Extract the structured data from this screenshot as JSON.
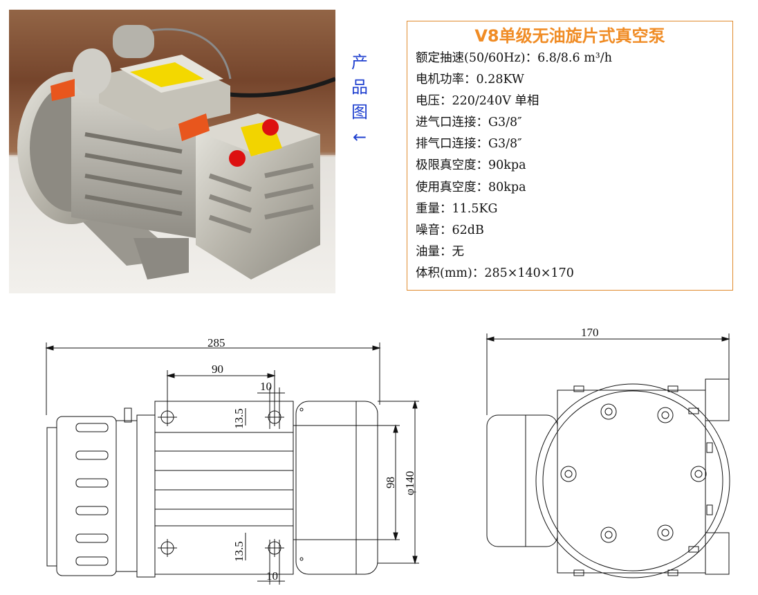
{
  "side_label": [
    "产",
    "品",
    "图",
    "←"
  ],
  "specs": {
    "title": "V8单级无油旋片式真空泵",
    "items": [
      "额定抽速(50/60Hz)：6.8/8.6 m³/h",
      "电机功率：0.28KW",
      "电压：220/240V 单相",
      "进气口连接：G3/8″",
      "排气口连接：G3/8″",
      "极限真空度：90kpa",
      "使用真空度：80kpa",
      "重量：11.5KG",
      "噪音：62dB",
      "油量：无",
      "体积(mm)：285×140×170"
    ]
  },
  "drawing": {
    "side": {
      "overall_length": "285",
      "foot_spacing": "90",
      "slot_width_top": "10",
      "slot_offset_top": "13.5",
      "slot_offset_bottom": "13.5",
      "slot_width_bottom": "10",
      "foot_width": "98",
      "diameter": "φ140"
    },
    "end": {
      "overall_width": "170"
    }
  },
  "colors": {
    "title": "#f08c25",
    "border": "#e08a2c",
    "side_label": "#1e3fcf"
  }
}
